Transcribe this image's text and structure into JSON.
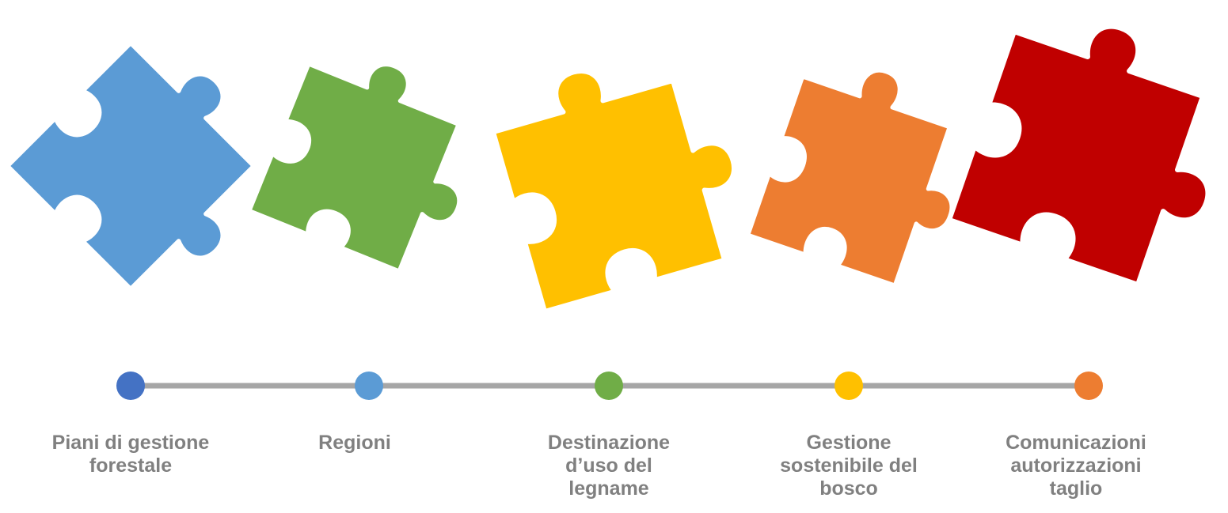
{
  "colors": {
    "puzzle_blue": "#5b9bd5",
    "puzzle_green": "#70ad47",
    "puzzle_yellow": "#ffc000",
    "puzzle_orange": "#ed7d31",
    "puzzle_red": "#c00000",
    "timeline_line": "#a6a6a6",
    "label_text": "#808080"
  },
  "puzzle_pieces": [
    {
      "name": "puzzle-piece-blue",
      "color": "#5b9bd5"
    },
    {
      "name": "puzzle-piece-green",
      "color": "#70ad47"
    },
    {
      "name": "puzzle-piece-yellow",
      "color": "#ffc000"
    },
    {
      "name": "puzzle-piece-orange",
      "color": "#ed7d31"
    },
    {
      "name": "puzzle-piece-red",
      "color": "#c00000"
    }
  ],
  "timeline": {
    "steps": [
      {
        "label": "Piani di gestione\nforestale",
        "dot_color": "#4472c4"
      },
      {
        "label": "Regioni",
        "dot_color": "#5b9bd5"
      },
      {
        "label": "Destinazione\nd’uso del\nlegname",
        "dot_color": "#70ad47"
      },
      {
        "label": "Gestione\nsostenibile del\nbosco",
        "dot_color": "#ffc000"
      },
      {
        "label": "Comunicazioni\nautorizzazioni\ntaglio",
        "dot_color": "#ed7d31"
      }
    ]
  }
}
